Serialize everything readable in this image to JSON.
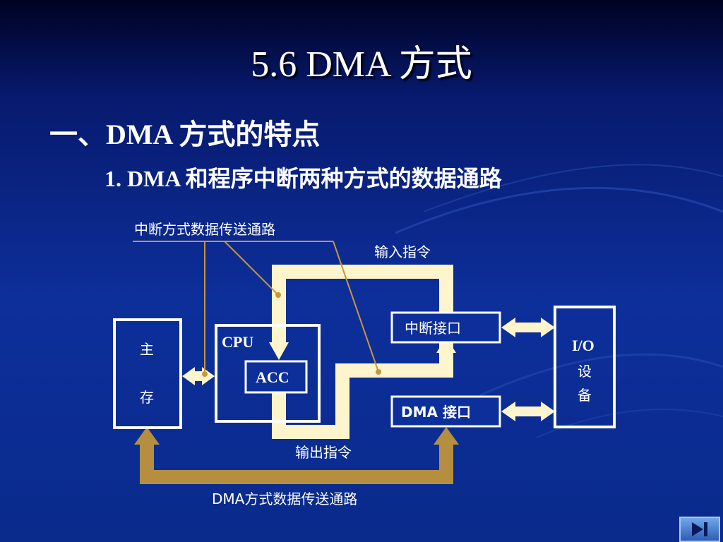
{
  "title": "5.6 DMA 方式",
  "heading1": "一、DMA 方式的特点",
  "heading2": "1. DMA 和程序中断两种方式的数据通路",
  "diagram": {
    "interrupt_path_label": "中断方式数据传送通路",
    "input_instruction": "输入指令",
    "output_instruction": "输出指令",
    "dma_path_label": "DMA方式数据传送通路",
    "main_memory_line1": "主",
    "main_memory_line2": "存",
    "cpu_label": "CPU",
    "acc_label": "ACC",
    "interrupt_interface": "中断接口",
    "dma_interface": "DMA 接口",
    "io_line1": "I/O",
    "io_line2": "设",
    "io_line3": "备"
  },
  "colors": {
    "background": "#0d2f9a",
    "cream_path": "#fff5cc",
    "gold_path": "#b58f3f",
    "box_border": "#ffffff"
  },
  "nav": {
    "icon": "next-slide-icon"
  }
}
